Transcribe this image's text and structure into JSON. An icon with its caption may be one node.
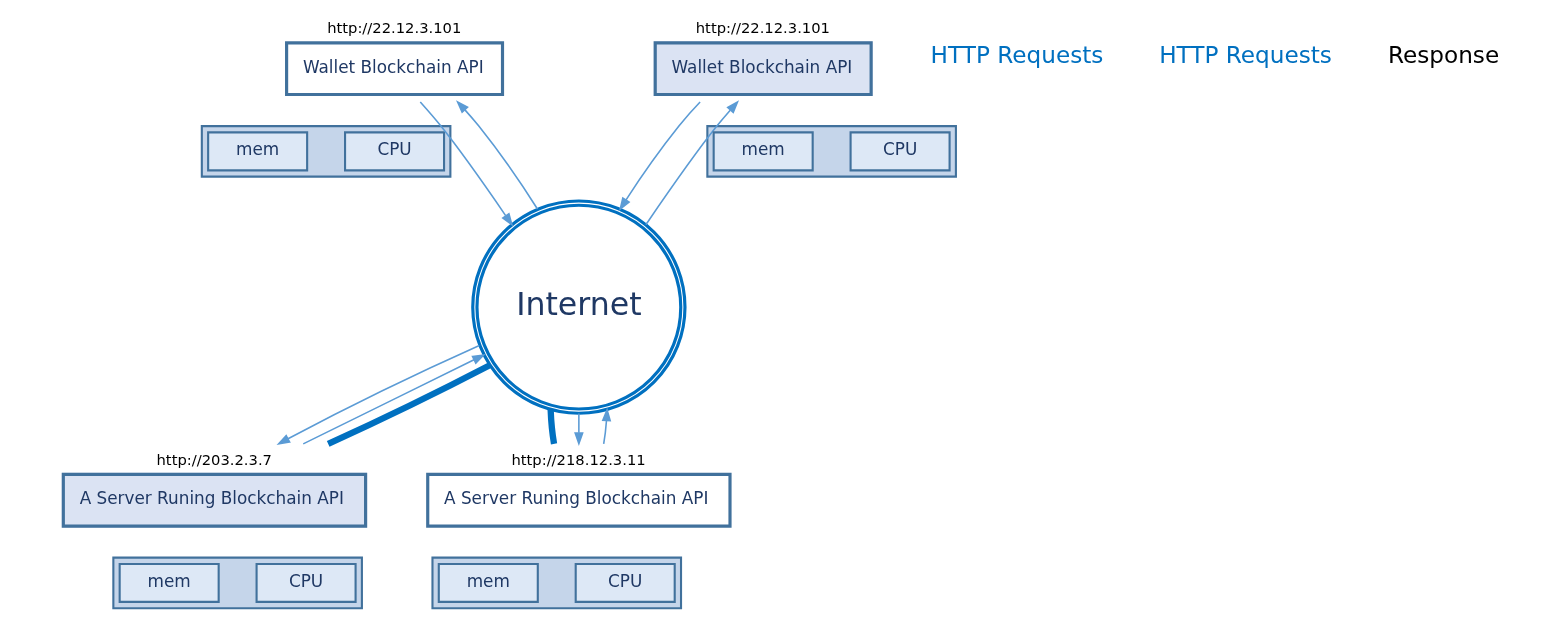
{
  "diagram": {
    "nodes": [
      {
        "text": [
          "Wallet Blockchain API"
        ],
        "beside": [
          "http://22.12.3.101"
        ]
      },
      {
        "text": [],
        "shape": "box"
      },
      {
        "text": [
          "mem"
        ],
        "in": 1
      },
      {
        "text": [
          "CPU"
        ],
        "in": 1
      },
      {
        "text": [
          "Internet"
        ]
      },
      {
        "text": [
          "Wallet Blockchain API"
        ],
        "beside": [
          "http://22.12.3.101"
        ]
      },
      {
        "text": [],
        "shape": "box"
      },
      {
        "text": [
          "mem"
        ],
        "in": 6
      },
      {
        "text": [
          "CPU"
        ],
        "in": 6
      },
      {
        "text": [
          "A Server Runing Blockchain API"
        ],
        "beside": [
          "http://203.2.3.7"
        ]
      },
      {
        "text": [],
        "shape": "box"
      },
      {
        "text": [
          "mem"
        ],
        "in": 10
      },
      {
        "text": [
          "CPU"
        ],
        "in": 10
      },
      {
        "text": [
          "A Server Runing Blockchain API"
        ],
        "beside": [
          "http://218.12.3.11"
        ]
      },
      {
        "text": [],
        "shape": "box"
      },
      {
        "text": [
          "mem"
        ],
        "in": 14
      },
      {
        "text": [
          "CPU"
        ],
        "in": 14
      }
    ],
    "edges": [
      {
        "from": 4,
        "to": 0,
        "arrow": "to"
      },
      {
        "from": 0,
        "to": 4,
        "arrow": "to"
      },
      {
        "from": 4,
        "to": 5,
        "arrow": "to"
      },
      {
        "from": 5,
        "to": 4,
        "arrow": "to"
      },
      {
        "from": 9,
        "to": 4,
        "arrow": "to"
      },
      {
        "from": 9,
        "to": 4,
        "arrow": "none",
        "style": "thick",
        "color": "#0070c0"
      },
      {
        "from": 4,
        "to": 9,
        "arrow": "to"
      },
      {
        "from": 4,
        "to": 13,
        "arrow": "none",
        "style": "thick",
        "color": "#0070c0"
      },
      {
        "from": 4,
        "to": 13,
        "arrow": "to"
      },
      {
        "from": 13,
        "to": 4,
        "arrow": "to"
      }
    ],
    "labels": [
      "HTTP Requests",
      "HTTP Requests",
      "Response"
    ]
  }
}
